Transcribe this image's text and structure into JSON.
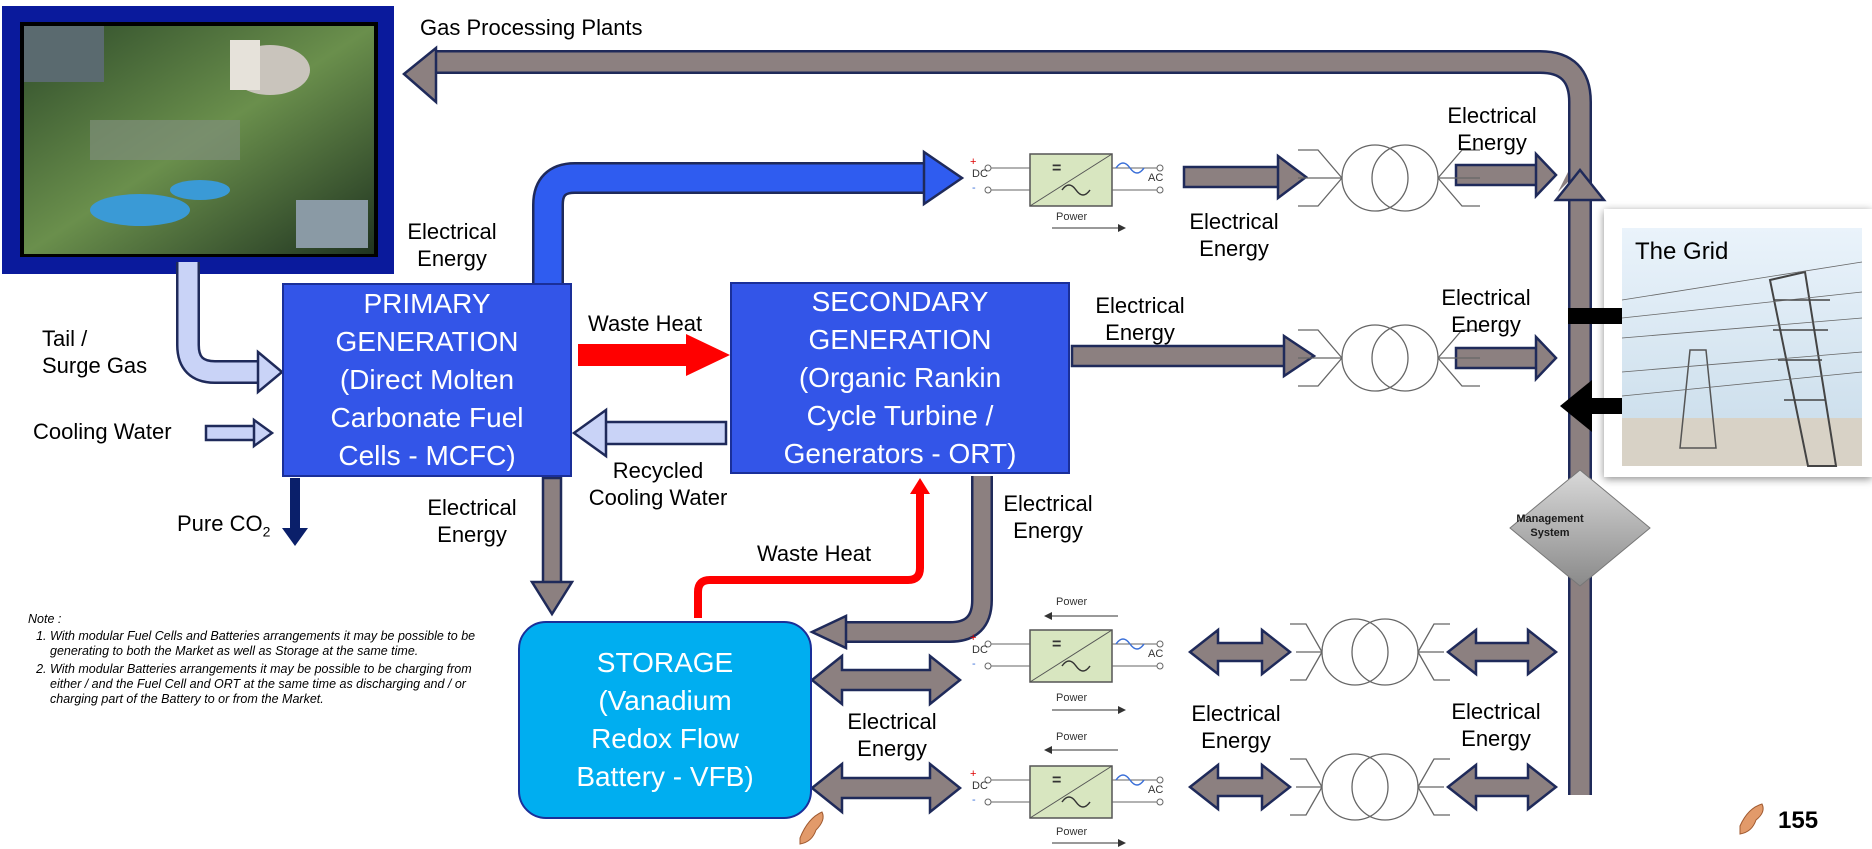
{
  "labels": {
    "gas_plants": "Gas Processing Plants",
    "tail_surge": [
      "Tail /",
      "Surge Gas"
    ],
    "cooling_water": "Cooling Water",
    "pure_co2": "Pure CO",
    "pure_co2_sub": "2",
    "elec_primary_top": [
      "Electrical",
      "Energy"
    ],
    "waste_heat_1": "Waste Heat",
    "recycled": [
      "Recycled",
      "Cooling Water"
    ],
    "elec_primary_bottom": [
      "Electrical",
      "Energy"
    ],
    "elec_secondary_right": [
      "Electrical",
      "Energy"
    ],
    "elec_secondary_bottom": [
      "Electrical",
      "Energy"
    ],
    "waste_heat_2": "Waste Heat",
    "elec_inverter_top": [
      "Electrical",
      "Energy"
    ],
    "elec_bus_top": [
      "Electrical",
      "Energy"
    ],
    "elec_bus_mid": [
      "Electrical",
      "Energy"
    ],
    "elec_storage": [
      "Electrical",
      "Energy"
    ],
    "elec_bottom_mid": [
      "Electrical",
      "Energy"
    ],
    "elec_bottom_right": [
      "Electrical",
      "Energy"
    ]
  },
  "boxes": {
    "primary": [
      "PRIMARY",
      "GENERATION",
      "(Direct Molten",
      "Carbonate Fuel",
      "Cells - MCFC)"
    ],
    "secondary": [
      "SECONDARY",
      "GENERATION",
      "(Organic Rankin",
      "Cycle Turbine /",
      "Generators - ORT)"
    ],
    "storage": [
      "STORAGE",
      "(Vanadium",
      "Redox Flow",
      "Battery - VFB)"
    ]
  },
  "inverter": {
    "power": "Power",
    "dc": "DC",
    "ac": "AC",
    "plus": "+",
    "minus": "-",
    "eq": "="
  },
  "grid": {
    "title": "The Grid"
  },
  "management": [
    "Management",
    "System"
  ],
  "note": {
    "heading": "Note :",
    "items": [
      "With modular Fuel Cells and Batteries arrangements it may be possible to be generating to both the Market as well as Storage at the same time.",
      "With modular Batteries arrangements it may be possible to be charging from either / and the Fuel Cell and ORT at the same time as discharging and / or charging part of the Battery to or from the Market."
    ]
  },
  "page_number": "155",
  "colors": {
    "blue_box": "#3355e8",
    "storage_box": "#00aef0",
    "flow_arrow": "#8c8080",
    "heat_arrow": "#ff0000",
    "blue_arrow": "#2f5cf0",
    "light_arrow": "#c9d3f7"
  }
}
